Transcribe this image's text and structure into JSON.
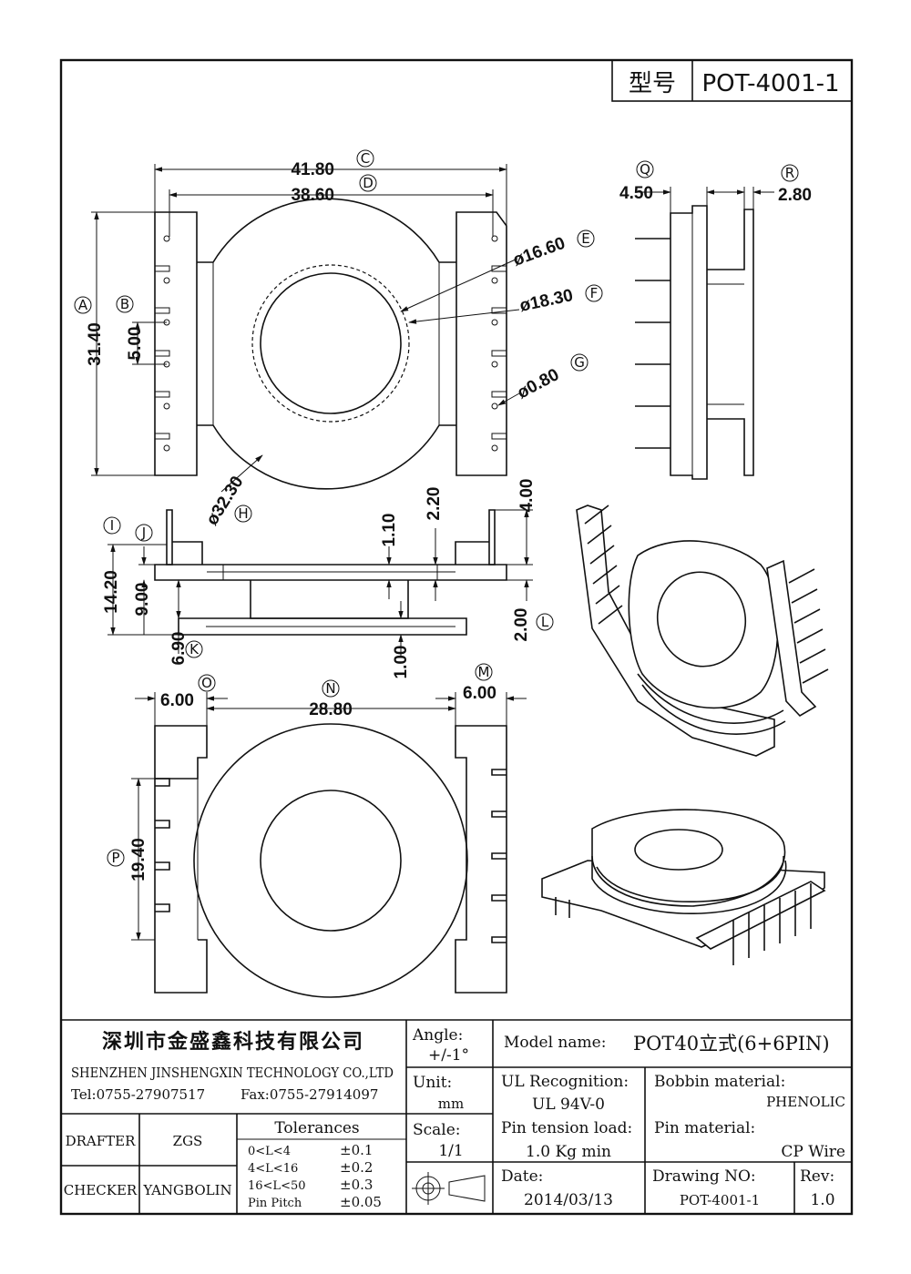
{
  "header": {
    "model_label": "型号",
    "model_value": "POT-4001-1"
  },
  "dims": {
    "top_view": {
      "c": {
        "value": "41.80",
        "ref": "C"
      },
      "d": {
        "value": "38.60",
        "ref": "D"
      },
      "a": {
        "value": "31.40",
        "ref": "A"
      },
      "b": {
        "value": "5.00",
        "ref": "B"
      },
      "e": {
        "value": "ø16.60",
        "ref": "E"
      },
      "f": {
        "value": "ø18.30",
        "ref": "F"
      },
      "g": {
        "value": "ø0.80",
        "ref": "G"
      },
      "h": {
        "value": "ø32.30",
        "ref": "H"
      }
    },
    "side_view": {
      "q": {
        "value": "4.50",
        "ref": "Q"
      },
      "r": {
        "value": "2.80",
        "ref": "R"
      }
    },
    "front_view": {
      "i": {
        "value": "14.20",
        "ref": "I"
      },
      "j": {
        "value": "9.00",
        "ref": "J"
      },
      "k": {
        "value": "6.90",
        "ref": "K"
      },
      "d110": {
        "value": "1.10"
      },
      "d220": {
        "value": "2.20"
      },
      "d400": {
        "value": "4.00"
      },
      "l": {
        "value": "2.00",
        "ref": "L"
      },
      "d100": {
        "value": "1.00"
      }
    },
    "bottom_view": {
      "o": {
        "value": "6.00",
        "ref": "O"
      },
      "n": {
        "value": "28.80",
        "ref": "N"
      },
      "m": {
        "value": "6.00",
        "ref": "M"
      },
      "p": {
        "value": "19.40",
        "ref": "P"
      }
    }
  },
  "title_block": {
    "company_cn": "深圳市金盛鑫科技有限公司",
    "company_en": "SHENZHEN JINSHENGXIN TECHNOLOGY CO.,LTD",
    "tel": "Tel:0755-27907517",
    "fax": "Fax:0755-27914097",
    "angle_label": "Angle:",
    "angle_value": "+/-1°",
    "unit_label": "Unit:",
    "unit_value": "mm",
    "scale_label": "Scale:",
    "scale_value": "1/1",
    "model_name_label": "Model name:",
    "model_name_value": "POT40立式(6+6PIN)",
    "ul_label": "UL Recognition:",
    "ul_value": "UL 94V-0",
    "bobbin_label": "Bobbin material:",
    "bobbin_value": "PHENOLIC",
    "pin_tension_label": "Pin tension load:",
    "pin_tension_value": "1.0 Kg min",
    "pin_material_label": "Pin material:",
    "pin_material_value": "CP Wire",
    "date_label": "Date:",
    "date_value": "2014/03/13",
    "drawing_no_label": "Drawing NO:",
    "drawing_no_value": "POT-4001-1",
    "rev_label": "Rev:",
    "rev_value": "1.0",
    "drafter_label": "DRAFTER",
    "drafter_value": "ZGS",
    "checker_label": "CHECKER",
    "checker_value": "YANGBOLIN",
    "tolerances_title": "Tolerances",
    "tolerances": [
      {
        "range": "0<L<4",
        "tol": "±0.1"
      },
      {
        "range": "4<L<16",
        "tol": "±0.2"
      },
      {
        "range": "16<L<50",
        "tol": "±0.3"
      },
      {
        "range": "Pin Pitch",
        "tol": "±0.05"
      }
    ]
  }
}
